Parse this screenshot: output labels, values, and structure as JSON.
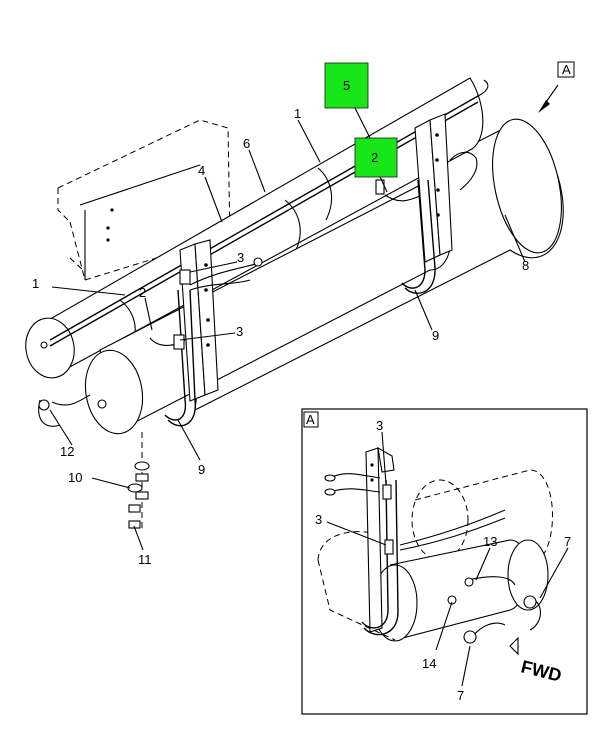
{
  "view_label": "A",
  "callouts": {
    "c1a": "1",
    "c1b": "1",
    "c2a": "2",
    "c2b": "2",
    "c3a": "3",
    "c3b": "3",
    "c3c": "3",
    "c3d": "3",
    "c4": "4",
    "c5": "5",
    "c6": "6",
    "c7a": "7",
    "c7b": "7",
    "c8": "8",
    "c9a": "9",
    "c9b": "9",
    "c10": "10",
    "c11": "11",
    "c12": "12",
    "c13": "13",
    "c14": "14"
  },
  "inset": {
    "label": "A",
    "fwd": "FWD"
  },
  "highlight_color": "#19e619"
}
